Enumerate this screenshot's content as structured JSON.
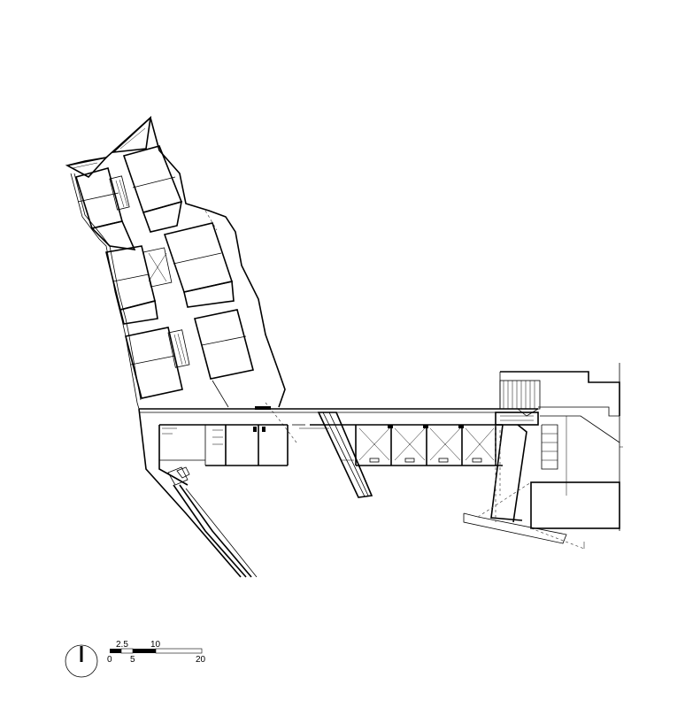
{
  "drawing": {
    "type": "architectural floor plan"
  },
  "north_arrow": {
    "icon": "north-arrow-icon"
  },
  "scale_bar": {
    "upper_labels": [
      "2.5",
      "10"
    ],
    "lower_labels": [
      "0",
      "5",
      "20"
    ],
    "units": ""
  }
}
